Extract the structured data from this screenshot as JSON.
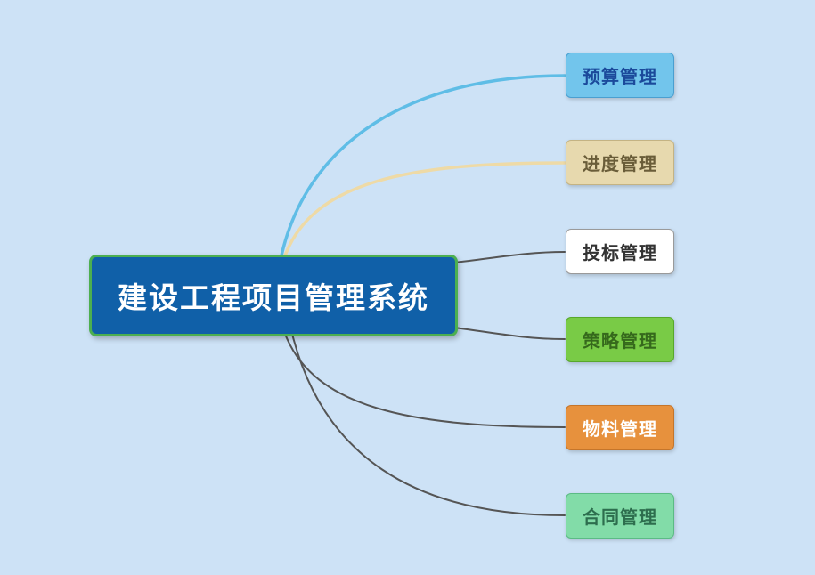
{
  "diagram": {
    "background": "#cde2f6",
    "root": {
      "label": "建设工程项目管理系统",
      "bg": "#1060a8",
      "border": "#4caf50",
      "text_color": "#ffffff"
    },
    "branches": [
      {
        "id": "budget",
        "label": "预算管理",
        "bg": "#72c5ec",
        "border": "#4a9fd0",
        "text_color": "#1b4a9b",
        "line_color": "#5fbde6",
        "line_width": 3.5
      },
      {
        "id": "progress",
        "label": "进度管理",
        "bg": "#e7d9ae",
        "border": "#c4b383",
        "text_color": "#6a5d39",
        "line_color": "#eedaa6",
        "line_width": 3.5
      },
      {
        "id": "bidding",
        "label": "投标管理",
        "bg": "#ffffff",
        "border": "#9a9a9a",
        "text_color": "#333333",
        "line_color": "#555555",
        "line_width": 2
      },
      {
        "id": "strategy",
        "label": "策略管理",
        "bg": "#79cb46",
        "border": "#57a82a",
        "text_color": "#35691c",
        "line_color": "#555555",
        "line_width": 2
      },
      {
        "id": "material",
        "label": "物料管理",
        "bg": "#e7913d",
        "border": "#c5752a",
        "text_color": "#ffffff",
        "line_color": "#555555",
        "line_width": 2
      },
      {
        "id": "contract",
        "label": "合同管理",
        "bg": "#82dca8",
        "border": "#5bbb85",
        "text_color": "#2d6e4e",
        "line_color": "#555555",
        "line_width": 2
      }
    ]
  }
}
